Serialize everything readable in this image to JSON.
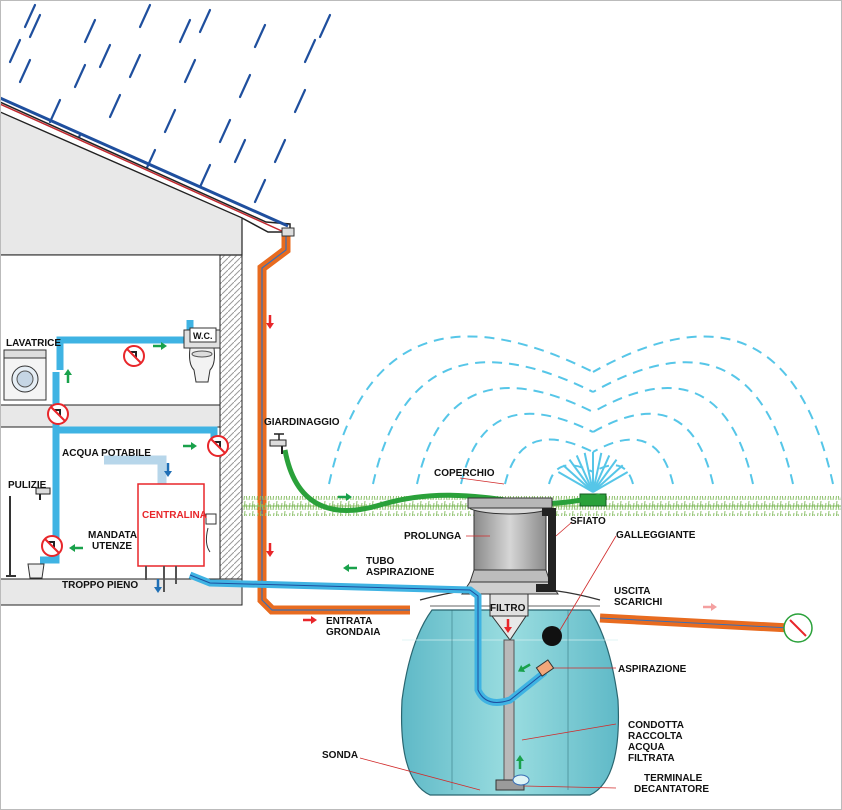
{
  "colors": {
    "rain": "#1f4f9e",
    "water_pipe": "#3fb3e3",
    "rain_pipe": "#e86b1f",
    "tank": "#8ed3d5",
    "tank_water": "#4cb6c8",
    "hose": "#2aa13a",
    "arrow_green": "#19a14b",
    "arrow_red": "#e8262a",
    "arrow_blue": "#1f6fb5",
    "wall": "#e9e9e9",
    "grass": "#9ccc7a",
    "sprinkler": "#56c6e8",
    "no_drink": "#e8262a"
  },
  "labels": {
    "lavatrice": "LAVATRICE",
    "wc": "W.C.",
    "acqua_potabile": "ACQUA  POTABILE",
    "pulizie": "PULIZIE",
    "mandata_utenze_1": "MANDATA",
    "mandata_utenze_2": "UTENZE",
    "troppo_pieno": "TROPPO PIENO",
    "centralina": "CENTRALINA",
    "giardinaggio": "GIARDINAGGIO",
    "coperchio": "COPERCHIO",
    "prolunga": "PROLUNGA",
    "sfiato": "SFIATO",
    "galleggiante": "GALLEGGIANTE",
    "tubo_aspirazione_1": "TUBO",
    "tubo_aspirazione_2": "ASPIRAZIONE",
    "filtro": "FILTRO",
    "uscita_scarichi_1": "USCITA",
    "uscita_scarichi_2": "SCARICHI",
    "entrata_grondaia_1": "ENTRATA",
    "entrata_grondaia_2": "GRONDAIA",
    "aspirazione": "ASPIRAZIONE",
    "condotta_1": "CONDOTTA",
    "condotta_2": "RACCOLTA",
    "condotta_3": "ACQUA",
    "condotta_4": "FILTRATA",
    "sonda": "SONDA",
    "terminale_1": "TERMINALE",
    "terminale_2": "DECANTATORE"
  },
  "icons": {
    "rain": "rain-streaks",
    "washing_machine": "washing-machine-icon",
    "toilet": "toilet-icon",
    "no_drink": "no-drinking-water-icon",
    "faucet": "faucet-icon",
    "broom": "broom-icon",
    "bucket": "bucket-icon",
    "sprinkler": "sprinkler-icon",
    "float": "float-ball-icon",
    "socket": "power-socket-icon"
  }
}
